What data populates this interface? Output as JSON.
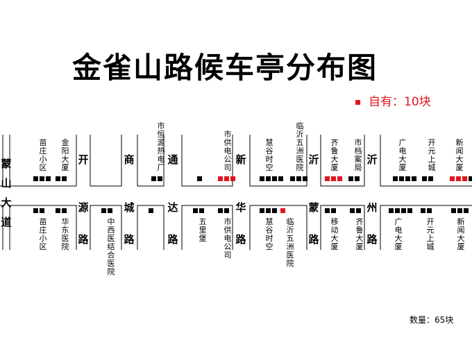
{
  "title": "金雀山路候车亭分布图",
  "legend": {
    "label": "自有：10块",
    "color": "#e0161e"
  },
  "count": "数量：65块",
  "colors": {
    "owned": "#e0161e",
    "normal": "#000000"
  },
  "main_road": {
    "name_left": "蒙山大道"
  },
  "roads": [
    {
      "top": "开",
      "bottom": "源路"
    },
    {
      "top": "商",
      "bottom": "城路"
    },
    {
      "top": "通",
      "bottom": "达路"
    },
    {
      "top": "新",
      "bottom": "华路"
    },
    {
      "top": "沂",
      "bottom": "蒙路"
    },
    {
      "top": "沂",
      "bottom": "州路"
    }
  ],
  "north_stops": [
    {
      "name": "苗庄小区",
      "shelters": 3,
      "owned": 0
    },
    {
      "name": "金阳大厦",
      "shelters": 2,
      "owned": 0
    },
    {
      "name": "市恒源热电厂",
      "shelters": 2,
      "owned": 0
    },
    {
      "name": "",
      "shelters": 1,
      "owned": 0
    },
    {
      "name": "市供电公司",
      "shelters": 3,
      "owned": 3
    },
    {
      "name": "慧谷时空",
      "shelters": 4,
      "owned": 0
    },
    {
      "name": "临沂五洲医院",
      "shelters": 3,
      "owned": 0
    },
    {
      "name": "齐鲁大厦",
      "shelters": 3,
      "owned": 3
    },
    {
      "name": "市档案局",
      "shelters": 2,
      "owned": 0
    },
    {
      "name": "广电大厦",
      "shelters": 4,
      "owned": 0
    },
    {
      "name": "开元上城",
      "shelters": 2,
      "owned": 0
    },
    {
      "name": "新闻大厦",
      "shelters": 4,
      "owned": 3
    }
  ],
  "south_stops": [
    {
      "name": "苗庄小区",
      "shelters": 2,
      "owned": 0
    },
    {
      "name": "华东医院",
      "shelters": 2,
      "owned": 0
    },
    {
      "name": "中西医结合医院",
      "shelters": 2,
      "owned": 0
    },
    {
      "name": "",
      "shelters": 1,
      "owned": 0
    },
    {
      "name": "五里堡",
      "shelters": 2,
      "owned": 0
    },
    {
      "name": "市供电公司",
      "shelters": 2,
      "owned": 0
    },
    {
      "name": "慧谷时空",
      "shelters": 3,
      "owned": 0
    },
    {
      "name": "临沂五洲医院",
      "shelters": 1,
      "owned": 1
    },
    {
      "name": "移动大厦",
      "shelters": 2,
      "owned": 0
    },
    {
      "name": "齐鲁大厦",
      "shelters": 2,
      "owned": 0
    },
    {
      "name": "广电大厦",
      "shelters": 4,
      "owned": 0
    },
    {
      "name": "开元上城",
      "shelters": 2,
      "owned": 0
    },
    {
      "name": "新闻大厦",
      "shelters": 3,
      "owned": 0
    }
  ]
}
